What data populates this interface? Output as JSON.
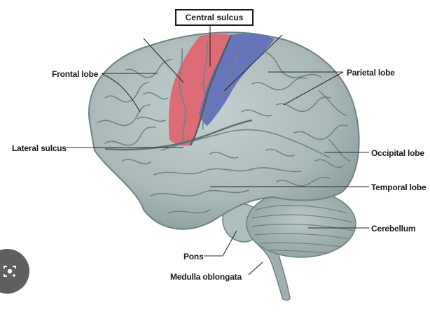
{
  "diagram": {
    "labels": {
      "central_sulcus": "Central sulcus",
      "frontal_lobe": "Frontal lobe",
      "parietal_lobe": "Parietal lobe",
      "lateral_sulcus": "Lateral sulcus",
      "occipital_lobe": "Occipital lobe",
      "temporal_lobe": "Temporal lobe",
      "cerebellum": "Cerebellum",
      "pons": "Pons",
      "medulla_oblongata": "Medulla oblongata"
    },
    "colors": {
      "cortex": "#a9b8b8",
      "cortex_shadow": "#7f9191",
      "precentral_gyrus": "#e06470",
      "postcentral_gyrus": "#5f6fb8",
      "leader_line": "#2a2a2a",
      "lens_badge": "#5f5f5f"
    },
    "icons": [
      "camera-lens-search-icon"
    ]
  }
}
